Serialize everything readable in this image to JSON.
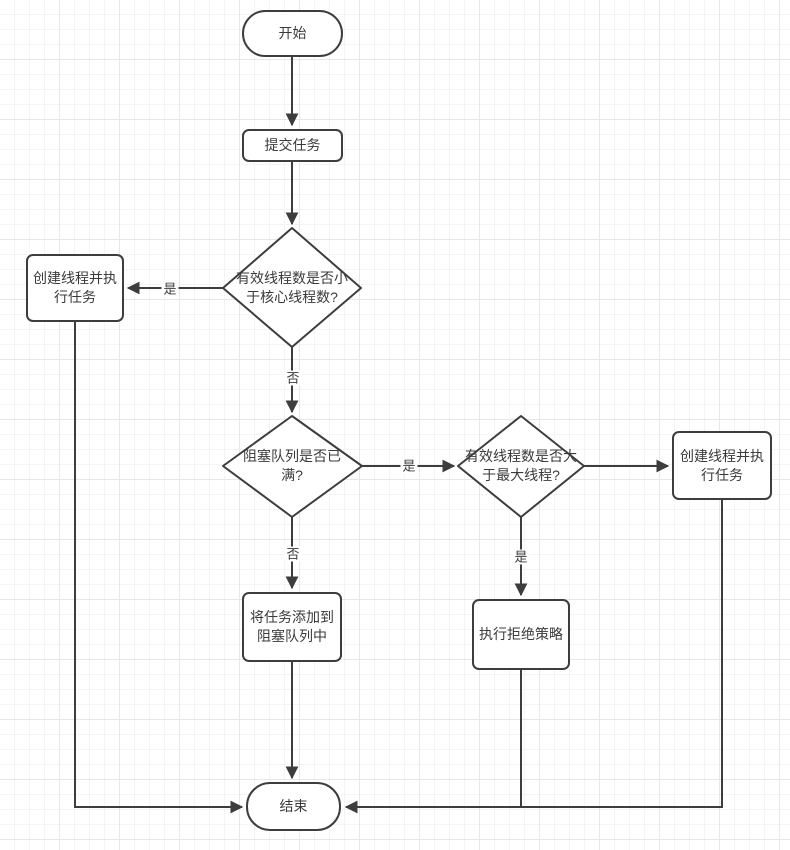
{
  "diagram": {
    "type": "flowchart",
    "topic": "thread-pool task submission flow",
    "nodes": {
      "start": {
        "label": "开始",
        "shape": "terminator"
      },
      "submit_task": {
        "label": "提交任务",
        "shape": "process"
      },
      "check_core": {
        "label": "有效线程数是否小于核心线程数?",
        "shape": "decision"
      },
      "create_exec_left": {
        "label": "创建线程并执行任务",
        "shape": "process"
      },
      "check_queue_full": {
        "label": "阻塞队列是否已满?",
        "shape": "decision"
      },
      "check_max": {
        "label": "有效线程数是否大于最大线程?",
        "shape": "decision"
      },
      "create_exec_right": {
        "label": "创建线程并执行任务",
        "shape": "process"
      },
      "add_to_queue": {
        "label": "将任务添加到阻塞队列中",
        "shape": "process"
      },
      "reject_policy": {
        "label": "执行拒绝策略",
        "shape": "process"
      },
      "end": {
        "label": "结束",
        "shape": "terminator"
      }
    },
    "edge_labels": {
      "core_yes": "是",
      "core_no": "否",
      "queue_yes": "是",
      "queue_no": "否",
      "max_yes": "是"
    },
    "colors": {
      "stroke": "#3d3d3d",
      "node_fill": "#ffffff",
      "text": "#3a3a3a",
      "grid_minor": "#f4f4f4",
      "grid_major": "#e7e7e7",
      "background": "#ffffff"
    }
  }
}
